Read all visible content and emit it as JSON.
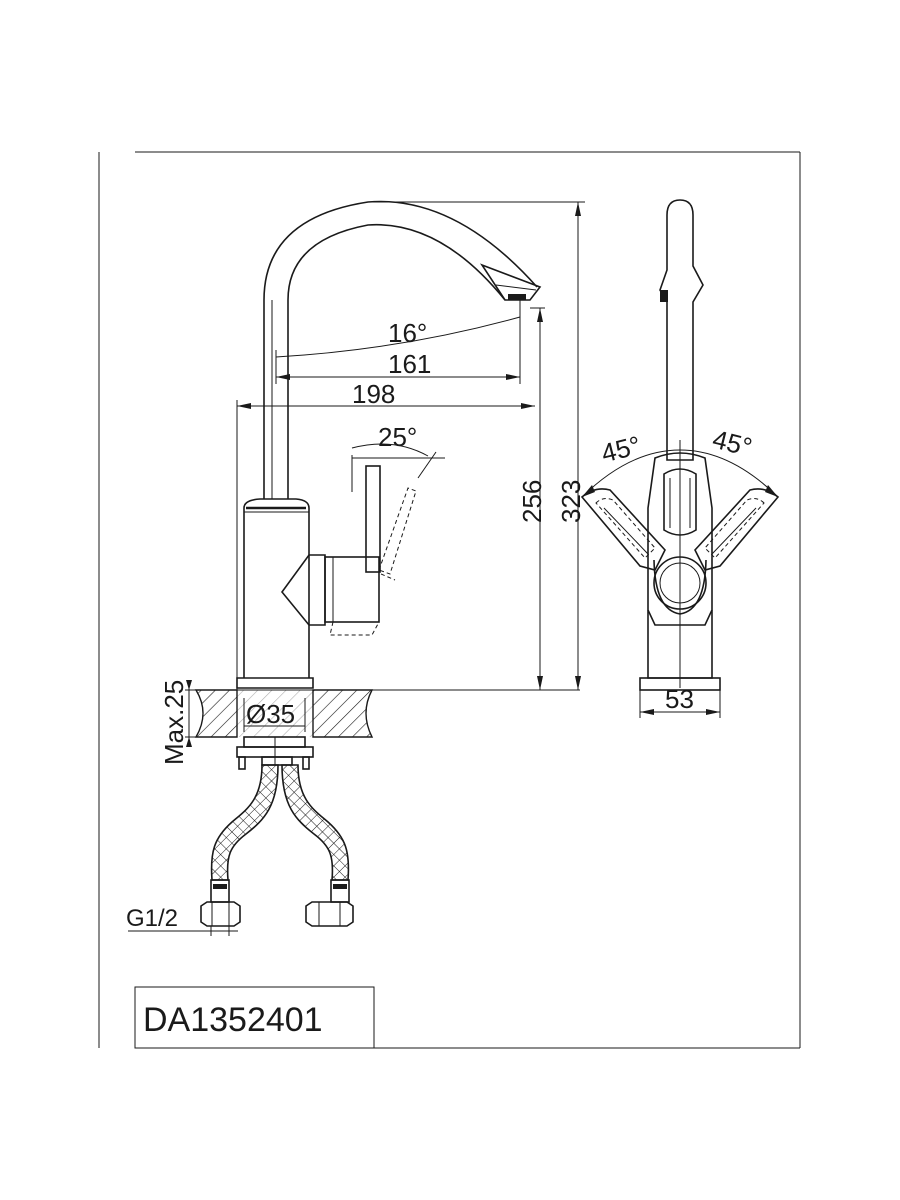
{
  "model_code": "DA1352401",
  "dimensions": {
    "spout_angle": "16°",
    "spout_reach": "161",
    "total_reach": "198",
    "handle_angle": "25°",
    "height_to_outlet": "256",
    "total_height": "323",
    "max_counter_thickness": "Max.25",
    "mounting_hole": "Ø35",
    "connection_thread": "G1/2",
    "left_rotation": "45°",
    "right_rotation": "45°",
    "base_width": "53"
  }
}
